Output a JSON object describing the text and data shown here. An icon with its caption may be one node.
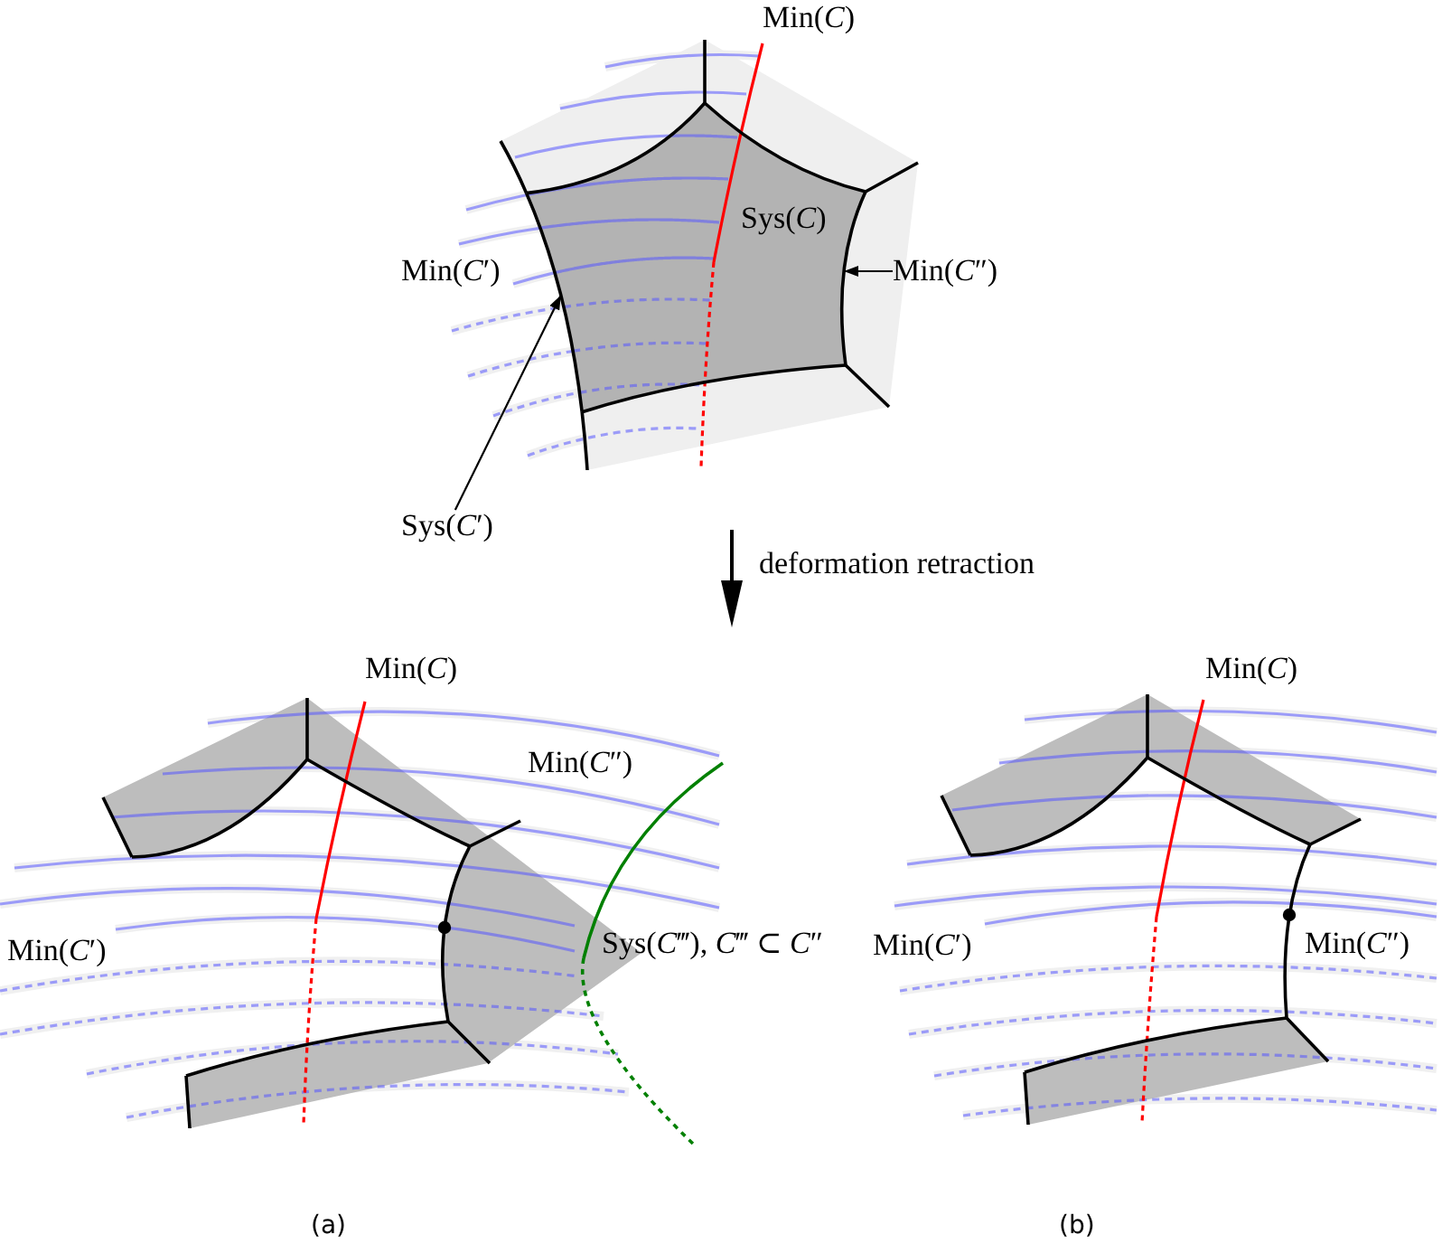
{
  "diagram": {
    "nodes": [
      {
        "text": [
          "Sys(*C*)"
        ]
      },
      {
        "text": [],
        "shape": "curve"
      },
      {
        "text": [],
        "shape": "curve"
      },
      {
        "text": [
          "Min(*C*″)"
        ]
      },
      {
        "text": [
          "Sys(*C*′)"
        ]
      }
    ],
    "edges": [
      {
        "from": 3,
        "to": 2,
        "arrow": "to"
      },
      {
        "from": 4,
        "to": 1,
        "arrow": "to"
      }
    ],
    "labels": [
      "Min(*C*)",
      "Min(*C*′)",
      "deformation retraction",
      "Min(*C*)",
      "Min(*C*)",
      "Min(*C*″)",
      "Min(*C*′)",
      "Sys(*C*‴), *C*‴ ⊂ *C*″",
      "Min(*C*′)",
      "Min(*C*″)",
      "(a)",
      "(b)"
    ]
  }
}
